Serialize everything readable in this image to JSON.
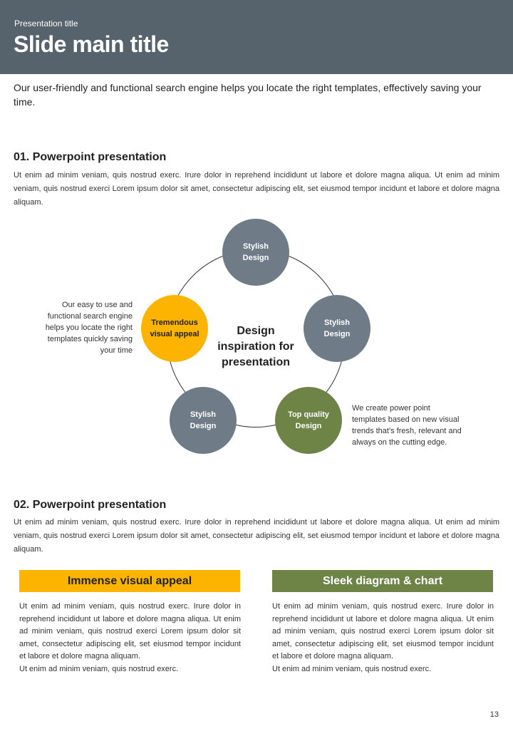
{
  "header": {
    "presentation_title": "Presentation title",
    "main_title": "Slide main title"
  },
  "intro": "Our user-friendly and functional search engine helps you locate the right templates, effectively saving your time.",
  "section1": {
    "heading": "01. Powerpoint presentation",
    "body": "Ut enim ad minim veniam, quis nostrud exerc. Irure dolor in reprehend incididunt ut labore et dolore magna aliqua. Ut enim ad minim veniam, quis nostrud exerci  Lorem ipsum dolor sit amet, consectetur adipiscing elit, set eiusmod tempor incidunt et labore et dolore magna aliquam."
  },
  "diagram": {
    "center": "Design\ninspiration for\npresentation",
    "nodes": [
      {
        "label": "Stylish\nDesign",
        "color": "#6f7c88"
      },
      {
        "label": "Stylish\nDesign",
        "color": "#6f7c88"
      },
      {
        "label": "Top quality\nDesign",
        "color": "#6e8447"
      },
      {
        "label": "Stylish\nDesign",
        "color": "#6f7c88"
      },
      {
        "label": "Tremendous\nvisual appeal",
        "color": "#fcb400"
      }
    ],
    "left_note": "Our easy to use and\nfunctional search engine\nhelps you locate the right\ntemplates quickly saving\nyour time",
    "right_note": "We create power point\ntemplates based on new visual\ntrends that's fresh, relevant and\nalways on the cutting edge."
  },
  "section2": {
    "heading": "02. Powerpoint presentation",
    "body": "Ut enim ad minim veniam, quis nostrud exerc. Irure dolor in reprehend incididunt ut labore et dolore magna aliqua. Ut enim ad minim veniam, quis nostrud exerci  Lorem ipsum dolor sit amet, consectetur adipiscing elit, set eiusmod tempor incidunt et labore et dolore magna aliquam."
  },
  "columns": [
    {
      "title": "Immense visual appeal",
      "color": "#fcb400",
      "body": "Ut enim ad minim veniam, quis nostrud exerc. Irure dolor in reprehend incididunt ut labore et dolore magna aliqua. Ut enim ad minim veniam, quis nostrud exerci Lorem ipsum dolor sit amet, consectetur adipiscing elit, set eiusmod tempor incidunt et labore et dolore magna aliquam.",
      "body2": "Ut enim ad minim veniam, quis nostrud exerc."
    },
    {
      "title": "Sleek diagram & chart",
      "color": "#6e8447",
      "body": "Ut enim ad minim veniam, quis nostrud exerc. Irure dolor in reprehend incididunt ut labore et dolore magna aliqua. Ut enim ad minim veniam, quis nostrud exerci Lorem ipsum dolor sit amet, consectetur adipiscing elit, set eiusmod tempor incidunt et labore et dolore magna aliquam.",
      "body2": "Ut enim ad minim veniam, quis nostrud exerc."
    }
  ],
  "page_number": "13"
}
